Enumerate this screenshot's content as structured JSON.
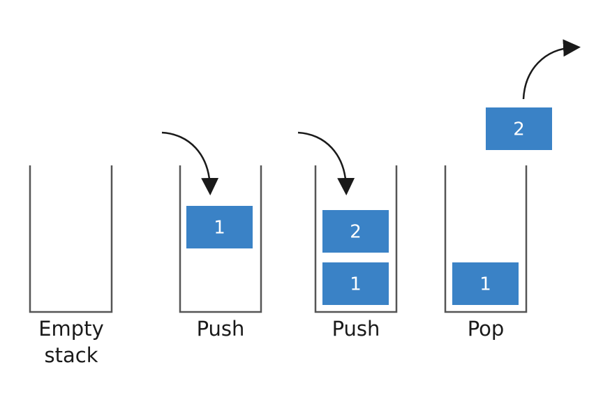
{
  "colors": {
    "block_fill": "#3a82c6",
    "stack_outline": "#555555",
    "arrow": "#1a1a1a",
    "label_text": "#1a1a1a"
  },
  "stages": [
    {
      "label_line1": "Empty",
      "label_line2": "stack",
      "blocks": []
    },
    {
      "label_line1": "Push",
      "label_line2": "",
      "blocks": [
        "1"
      ],
      "arrow": "push-in"
    },
    {
      "label_line1": "Push",
      "label_line2": "",
      "blocks": [
        "1",
        "2"
      ],
      "arrow": "push-in"
    },
    {
      "label_line1": "Pop",
      "label_line2": "",
      "blocks": [
        "1"
      ],
      "popped": "2",
      "arrow": "pop-out"
    }
  ]
}
